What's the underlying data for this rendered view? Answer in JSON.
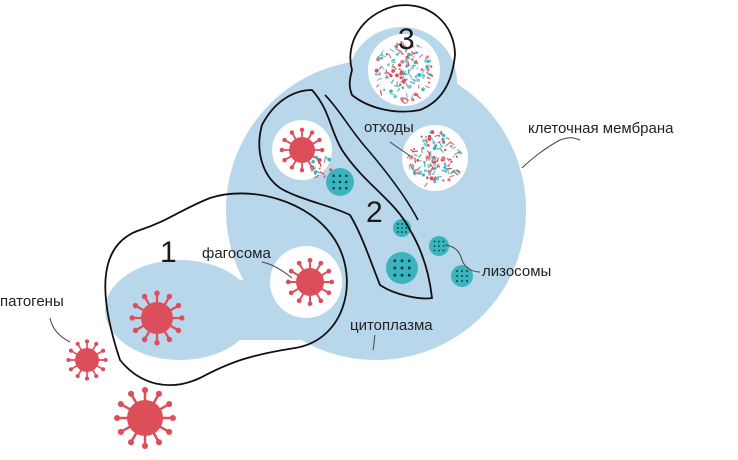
{
  "labels": {
    "pathogens": "патогены",
    "phagosome": "фагосома",
    "waste": "отходы",
    "cell_membrane": "клеточная мембрана",
    "lysosomes": "лизосомы",
    "cytoplasm": "цитоплазма"
  },
  "steps": [
    "1",
    "2",
    "3"
  ],
  "colors": {
    "cytoplasm": "#b9d7ea",
    "pathogen": "#dd4e5b",
    "lysosome": "#3bb5bd",
    "outline": "#111111",
    "vesicle": "#ffffff"
  }
}
